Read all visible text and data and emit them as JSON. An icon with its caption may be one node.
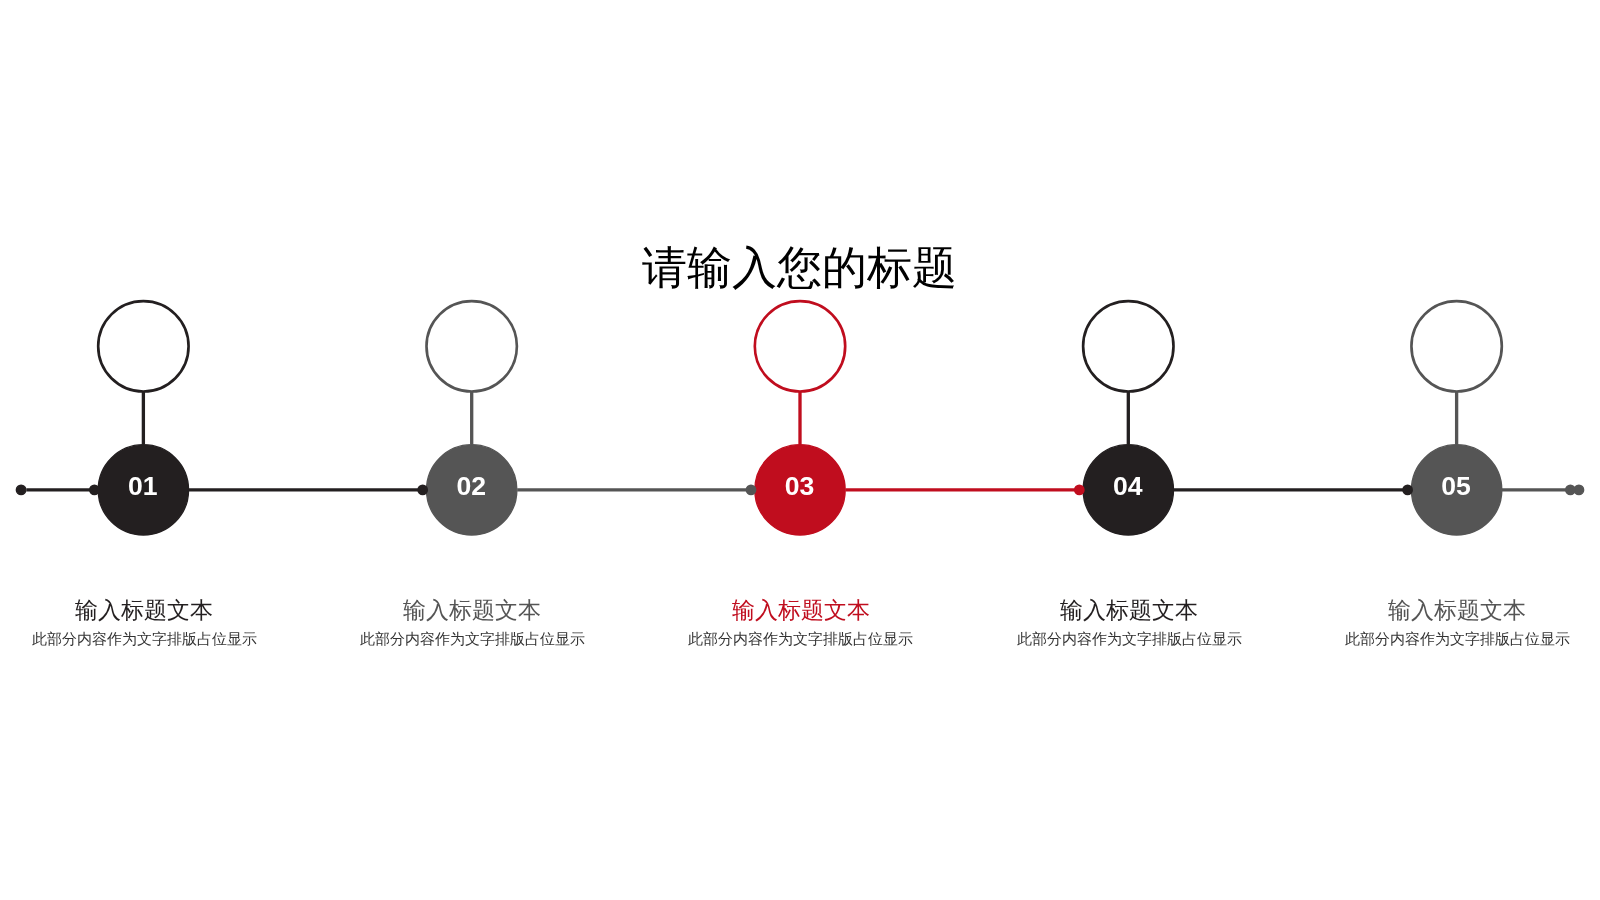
{
  "diagram": {
    "title": "请输入您的标题",
    "nodes": [
      {
        "text": [],
        "shape": "circle"
      },
      {
        "text": [
          "01"
        ],
        "beside": [
          "输入标题文本",
          "此部分内容作为文字排版占位显示"
        ]
      },
      {
        "text": [],
        "shape": "circle"
      },
      {
        "text": [
          "02"
        ],
        "beside": [
          "输入标题文本",
          "此部分内容作为文字排版占位显示"
        ]
      },
      {
        "text": [],
        "shape": "circle"
      },
      {
        "text": [
          "03"
        ],
        "beside": [
          "输入标题文本",
          "此部分内容作为文字排版占位显示"
        ]
      },
      {
        "text": [],
        "shape": "circle"
      },
      {
        "text": [
          "04"
        ],
        "beside": [
          "输入标题文本",
          "此部分内容作为文字排版占位显示"
        ]
      },
      {
        "text": [],
        "shape": "circle"
      },
      {
        "text": [
          "05"
        ],
        "beside": [
          "输入标题文本",
          "此部分内容作为文字排版占位显示"
        ]
      }
    ],
    "edges": [
      {
        "from": null,
        "to": 1,
        "arrow": "other"
      },
      {
        "from": 0,
        "to": 1,
        "arrow": "none"
      },
      {
        "from": 1,
        "to": 3,
        "arrow": "other"
      },
      {
        "from": 2,
        "to": 3,
        "arrow": "none",
        "color": "#555555"
      },
      {
        "from": 3,
        "to": 5,
        "arrow": "other",
        "color": "#555555"
      },
      {
        "from": 4,
        "to": 5,
        "arrow": "none",
        "color": "#c00d1e"
      },
      {
        "from": 5,
        "to": 7,
        "arrow": "other",
        "color": "#c00d1e"
      },
      {
        "from": 6,
        "to": 7,
        "arrow": "none"
      },
      {
        "from": 7,
        "to": 9,
        "arrow": "other"
      },
      {
        "from": 8,
        "to": 9,
        "arrow": "none",
        "color": "#555555"
      },
      {
        "from": 9,
        "to": null,
        "arrow": "other",
        "color": "#555555"
      }
    ]
  }
}
